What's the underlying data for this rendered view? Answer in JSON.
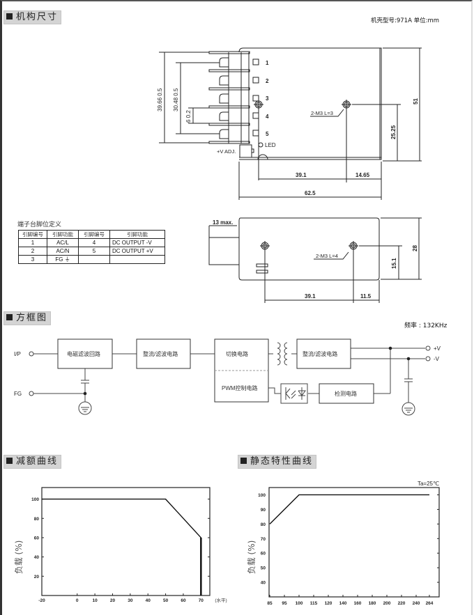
{
  "sections": {
    "mechanical": {
      "title": "机构尺寸",
      "case_info": "机壳型号:971A 单位:mm"
    },
    "block_diagram": {
      "title": "方框图",
      "frequency": "频率 : 132KHz"
    },
    "derating": {
      "title": "减额曲线"
    },
    "static": {
      "title": "静态特性曲线"
    }
  },
  "mechanical_drawing": {
    "top_view": {
      "terminal_labels": [
        "1",
        "2",
        "3",
        "4",
        "5"
      ],
      "dims": {
        "pitch_total": "39.66  0.5",
        "pitch_inner": "30.48  0.5",
        "pitch_single": "6  0.2",
        "height": "51",
        "hole_height": "25.25",
        "hole_x": "39.1",
        "hole_right": "14.65",
        "length": "62.5"
      },
      "labels": {
        "led": "LED",
        "vadj": "+V ADJ.",
        "screw": "2-M3 L=3"
      }
    },
    "side_view": {
      "dims": {
        "terminal_max": "13 max.",
        "height": "28",
        "hole_height": "15.1",
        "hole_x": "39.1",
        "hole_right": "11.5"
      },
      "labels": {
        "screw": "2-M3 L=4"
      }
    }
  },
  "pin_table": {
    "title": "端子台脚位定义",
    "headers": [
      "引脚编号",
      "引脚功能",
      "引脚编号",
      "引脚功能"
    ],
    "rows": [
      [
        "1",
        "AC/L",
        "4",
        "DC OUTPUT -V"
      ],
      [
        "2",
        "AC/N",
        "5",
        "DC OUTPUT +V"
      ],
      [
        "3",
        "FG ⏚",
        "",
        ""
      ]
    ]
  },
  "block": {
    "inputs": {
      "ip": "I/P",
      "fg": "FG"
    },
    "outputs": {
      "pos": "+V",
      "neg": "-V"
    },
    "blocks": {
      "emi": "电磁滤波回路",
      "rect1": "整流/滤波电路",
      "switch": "切换电路",
      "pwm": "PWM控制电路",
      "rect2": "整流/滤波电路",
      "detect": "检测电路"
    }
  },
  "chart_data": [
    {
      "type": "line",
      "title": "减额曲线",
      "xlabel": "",
      "x_unit_note": "(水平)",
      "ylabel": "负载 (%)",
      "x_ticks": [
        -20,
        0,
        10,
        20,
        30,
        40,
        50,
        60,
        70
      ],
      "y_ticks": [
        20,
        40,
        60,
        80,
        100
      ],
      "xlim": [
        -20,
        75
      ],
      "ylim": [
        0,
        112
      ],
      "series": [
        {
          "name": "derating",
          "x": [
            -20,
            50,
            70,
            70
          ],
          "y": [
            100,
            100,
            60,
            0
          ]
        }
      ],
      "grid": false
    },
    {
      "type": "line",
      "title": "静态特性曲线",
      "annotation": "Ta=25℃",
      "xlabel": "",
      "ylabel": "负载 (%)",
      "x_ticks": [
        "85",
        "95",
        "100",
        "115",
        "120",
        "140",
        "160",
        "180",
        "200",
        "220",
        "240",
        "264"
      ],
      "y_ticks": [
        40,
        50,
        60,
        70,
        80,
        90,
        100
      ],
      "ylim": [
        30,
        105
      ],
      "series": [
        {
          "name": "load",
          "x_index": [
            0,
            2,
            11
          ],
          "y": [
            80,
            100,
            100
          ]
        }
      ],
      "grid": false
    }
  ]
}
